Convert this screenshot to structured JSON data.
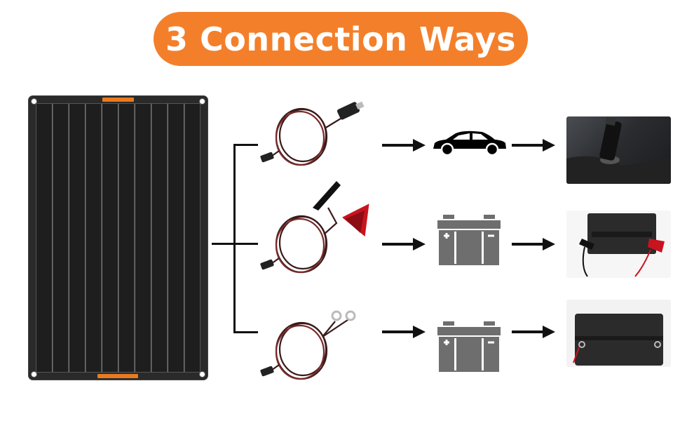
{
  "title": "3 Connection Ways",
  "colors": {
    "accent": "#f47f2a",
    "panel": "#2a2a2a",
    "icon_gray": "#6e6e6e",
    "cable": "#3a1a1a"
  },
  "connections": [
    {
      "adapter": "cigarette-lighter-plug",
      "target_icon": "car-icon",
      "result": "car-socket-photo"
    },
    {
      "adapter": "alligator-clips",
      "target_icon": "battery-icon",
      "result": "battery-clips-photo"
    },
    {
      "adapter": "o-ring-terminals",
      "target_icon": "battery-icon",
      "result": "battery-terminals-photo"
    }
  ]
}
